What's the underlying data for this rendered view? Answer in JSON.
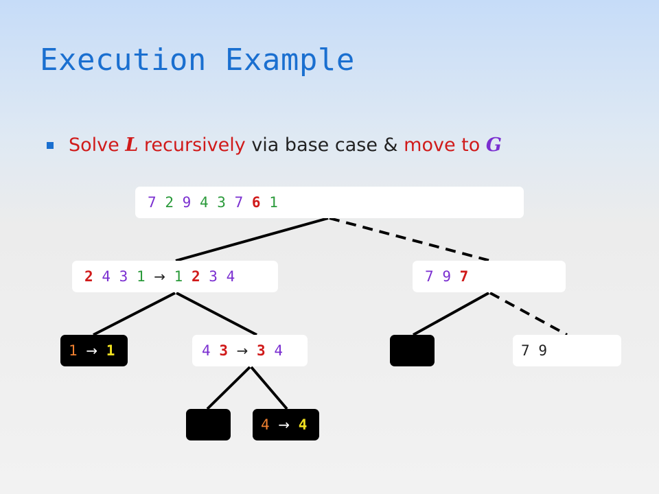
{
  "title": "Execution Example",
  "bullet": {
    "part1": "Solve ",
    "var_l": "L",
    "part2": " recursively",
    "part3": " via base case & ",
    "part4": "move to ",
    "var_g": "G"
  },
  "colors": {
    "title": "#1a6fd0",
    "red": "#d01a1a",
    "purple": "#7a2ed0",
    "green": "#2a9a3a",
    "pivot_red": "#d01a1a",
    "orange": "#f08030",
    "yellow": "#f0e020"
  },
  "arrow_glyph": "→",
  "nodes": {
    "root": {
      "sequence": [
        {
          "t": "7",
          "c": "#7a2ed0"
        },
        {
          "t": "2",
          "c": "#2a9a3a"
        },
        {
          "t": "9",
          "c": "#7a2ed0"
        },
        {
          "t": "4",
          "c": "#2a9a3a"
        },
        {
          "t": "3",
          "c": "#2a9a3a"
        },
        {
          "t": "7",
          "c": "#7a2ed0"
        },
        {
          "t": "6",
          "c": "#d01a1a",
          "bold": true
        },
        {
          "t": "1",
          "c": "#2a9a3a"
        }
      ]
    },
    "left": {
      "input": [
        {
          "t": "2",
          "c": "#d01a1a",
          "bold": true
        },
        {
          "t": "4",
          "c": "#7a2ed0"
        },
        {
          "t": "3",
          "c": "#7a2ed0"
        },
        {
          "t": "1",
          "c": "#2a9a3a"
        }
      ],
      "output": [
        {
          "t": "1",
          "c": "#2a9a3a"
        },
        {
          "t": "2",
          "c": "#d01a1a",
          "bold": true
        },
        {
          "t": "3",
          "c": "#7a2ed0"
        },
        {
          "t": "4",
          "c": "#7a2ed0"
        }
      ]
    },
    "right": {
      "sequence": [
        {
          "t": "7",
          "c": "#7a2ed0"
        },
        {
          "t": "9",
          "c": "#7a2ed0"
        },
        {
          "t": "7",
          "c": "#d01a1a",
          "bold": true
        }
      ]
    },
    "ll": {
      "input": [
        {
          "t": "1",
          "c": "#f08030"
        }
      ],
      "output": [
        {
          "t": "1",
          "c": "#f0e020",
          "bold": true
        }
      ]
    },
    "lr": {
      "input": [
        {
          "t": "4",
          "c": "#7a2ed0"
        },
        {
          "t": "3",
          "c": "#d01a1a",
          "bold": true
        }
      ],
      "output": [
        {
          "t": "3",
          "c": "#d01a1a",
          "bold": true
        },
        {
          "t": "4",
          "c": "#7a2ed0"
        }
      ]
    },
    "rl": {
      "sequence": []
    },
    "rr": {
      "sequence": [
        {
          "t": "7",
          "c": "#222222"
        },
        {
          "t": "9",
          "c": "#222222"
        }
      ]
    },
    "lrl": {
      "sequence": []
    },
    "lrr": {
      "input": [
        {
          "t": "4",
          "c": "#f08030"
        }
      ],
      "output": [
        {
          "t": "4",
          "c": "#f0e020",
          "bold": true
        }
      ]
    }
  }
}
